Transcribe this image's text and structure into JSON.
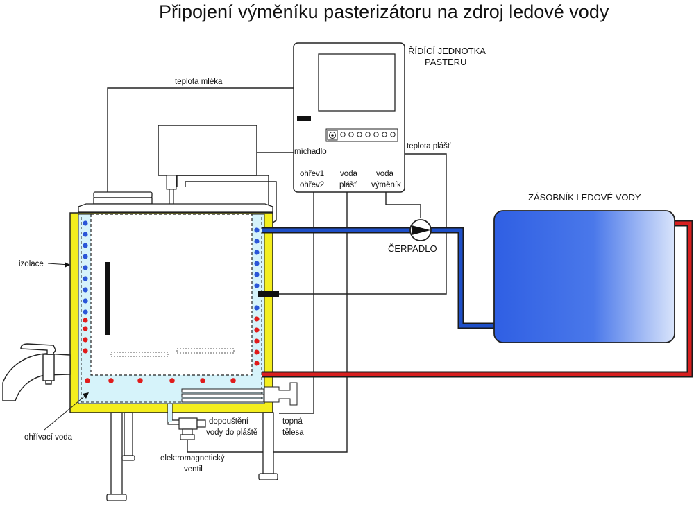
{
  "title": "Připojení výměníku pasterizátoru na zdroj ledové vody",
  "control_unit": {
    "name_line1": "ŘÍDÍCÍ JEDNOTKA",
    "name_line2": "PASTERU",
    "mixer": "míchadlo",
    "heat1": "ohřev1",
    "heat2": "ohřev2",
    "water_jacket_1": "voda",
    "water_jacket_2": "plášť",
    "water_exchanger_1": "voda",
    "water_exchanger_2": "výměník",
    "temp_jacket": "teplota plášť"
  },
  "labels": {
    "milk_temperature": "teplota mléka",
    "pump": "ČERPADLO",
    "tank": "ZÁSOBNÍK LEDOVÉ VODY",
    "insulation": "izolace",
    "heating_water": "ohřívací voda",
    "refill_1": "dopouštění",
    "refill_2": "vody do pláště",
    "valve_1": "elektromagnetický",
    "valve_2": "ventil",
    "heaters_1": "topná",
    "heaters_2": "tělesa"
  },
  "colors": {
    "cold_pipe": "#1e4fc8",
    "hot_pipe": "#d81f1f",
    "insulation": "#f4ee1e",
    "water": "#d6f3fa",
    "dot_blue": "#2a56d8",
    "dot_red": "#e01b1b"
  },
  "icons": [
    "pump-icon",
    "valve-icon",
    "tap-icon",
    "knob-icon"
  ]
}
